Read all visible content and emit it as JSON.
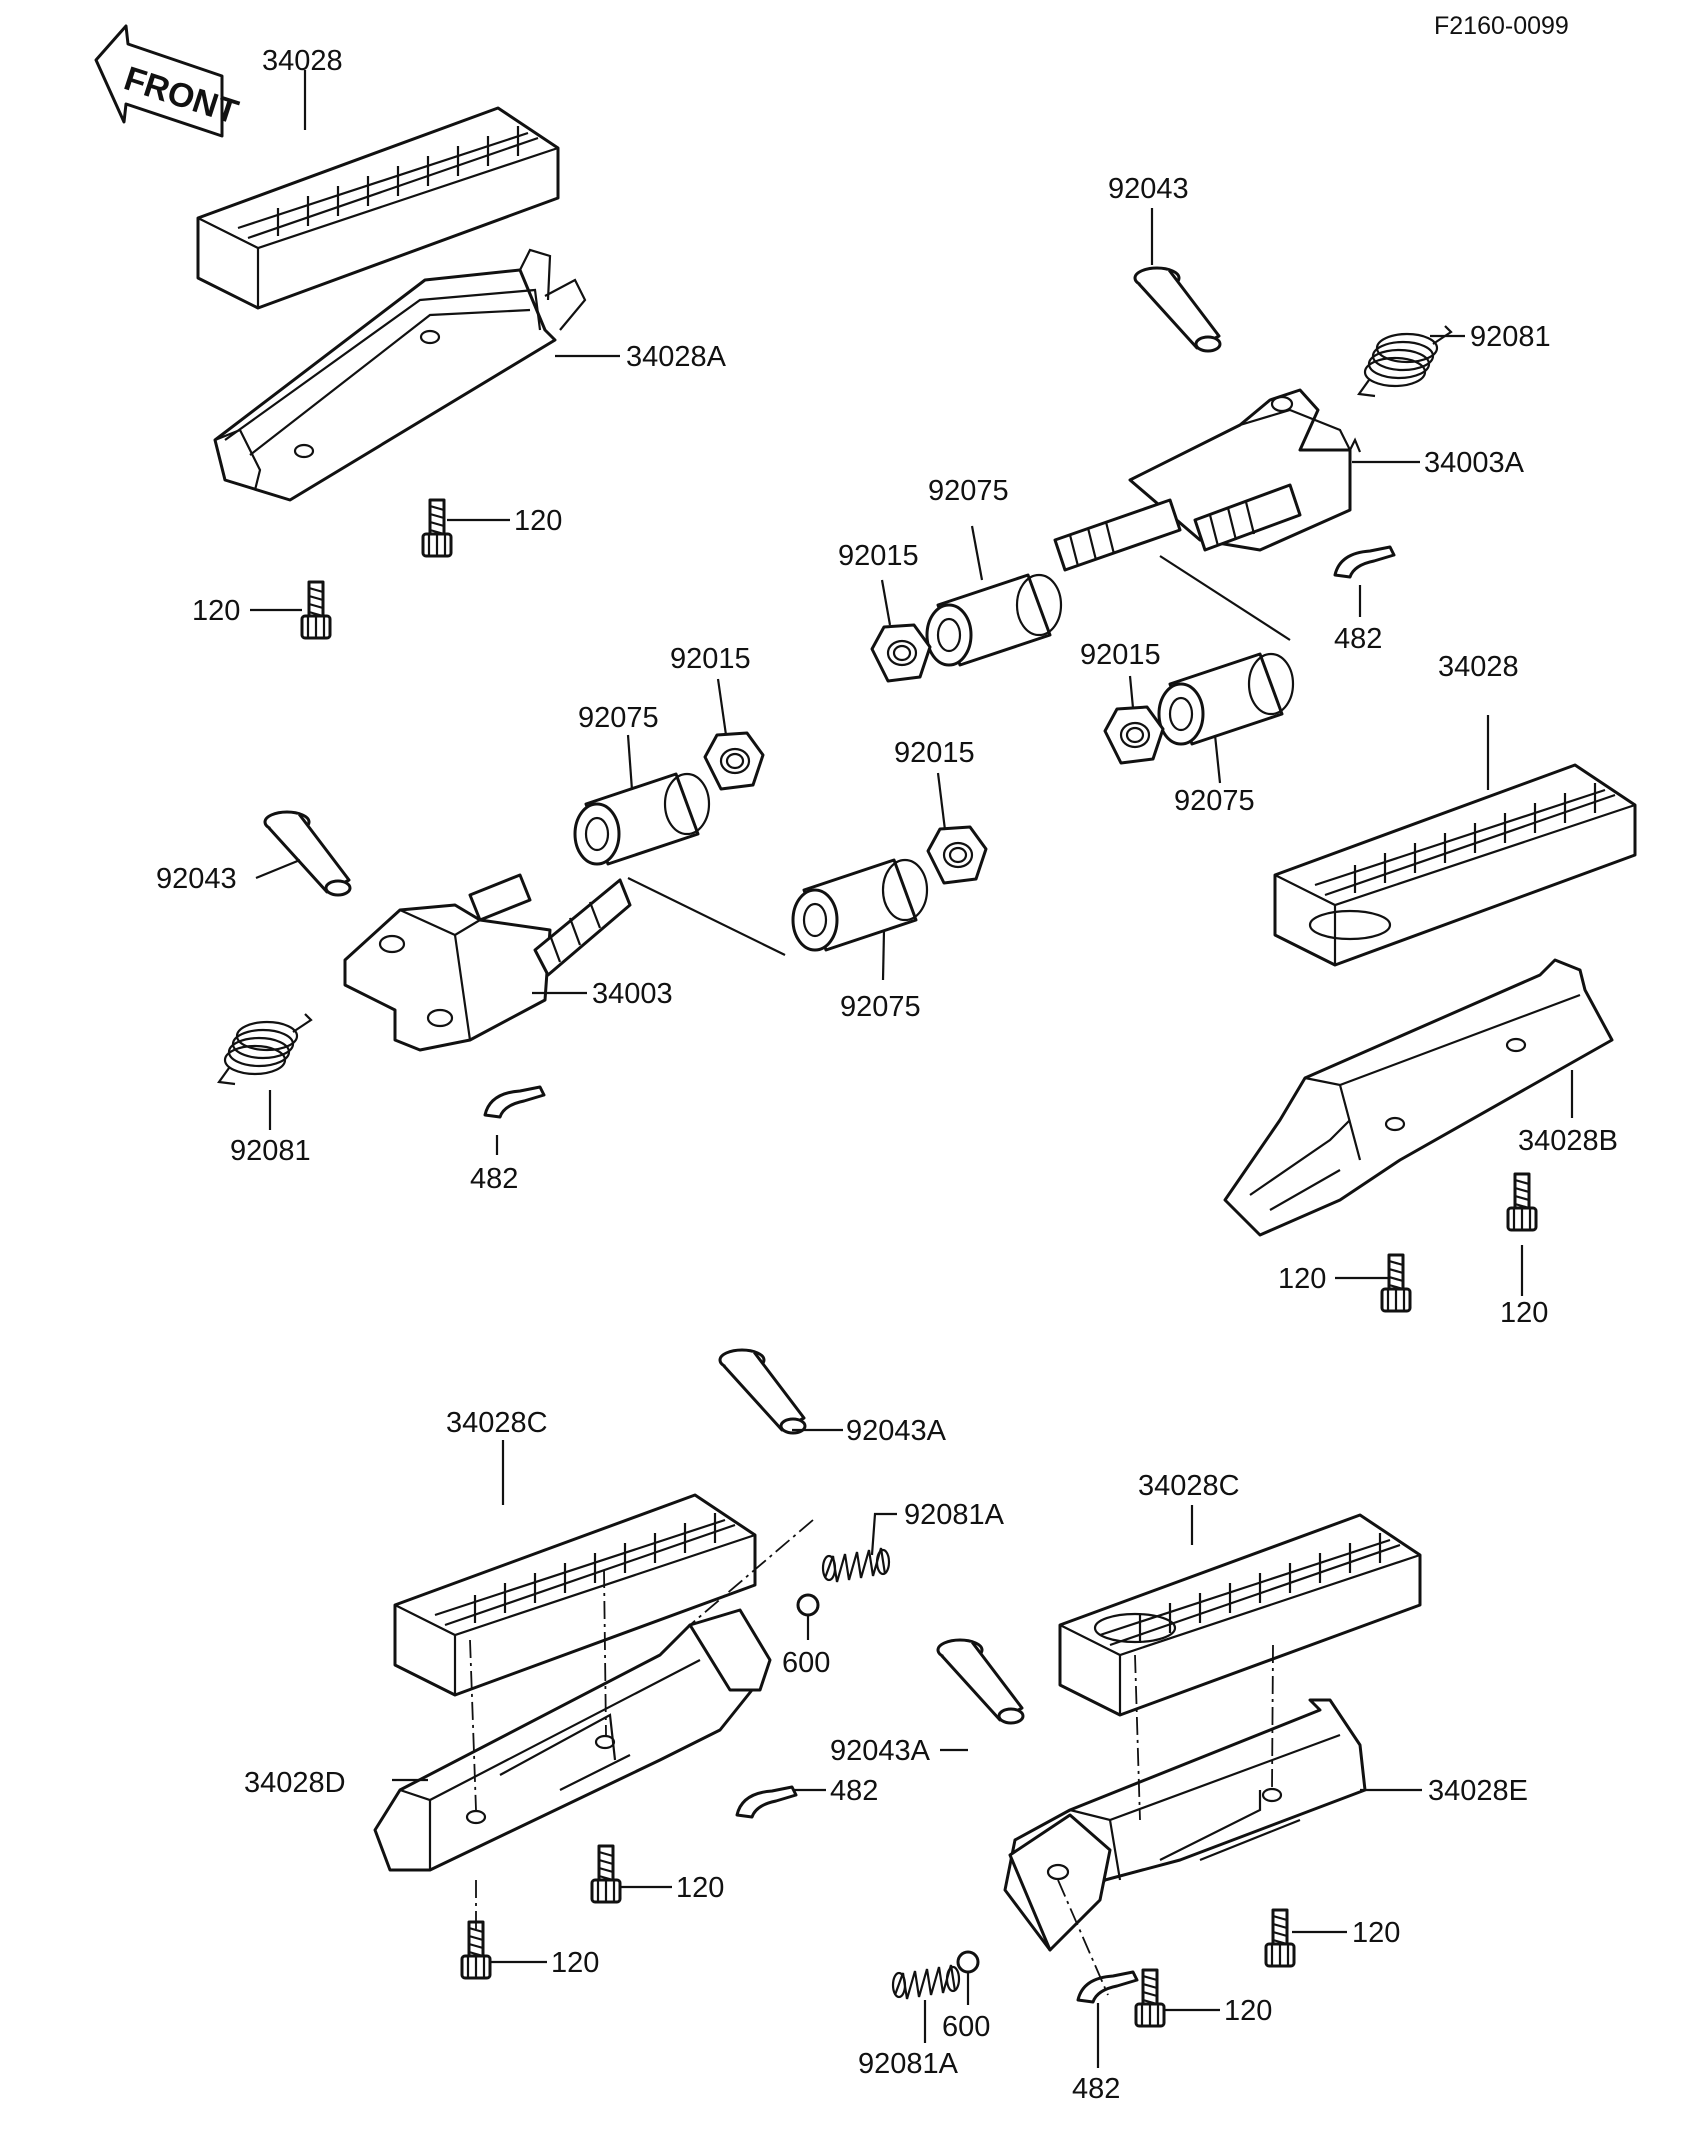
{
  "diagram_code": "F2160-0099",
  "front_label": "FRONT",
  "labels": [
    {
      "id": "l01",
      "text": "34028"
    },
    {
      "id": "l02",
      "text": "34028A"
    },
    {
      "id": "l03",
      "text": "120"
    },
    {
      "id": "l04",
      "text": "120"
    },
    {
      "id": "l05",
      "text": "92043"
    },
    {
      "id": "l06",
      "text": "92081"
    },
    {
      "id": "l07",
      "text": "34003A"
    },
    {
      "id": "l08",
      "text": "92075"
    },
    {
      "id": "l09",
      "text": "92015"
    },
    {
      "id": "l10",
      "text": "482"
    },
    {
      "id": "l11",
      "text": "92015"
    },
    {
      "id": "l12",
      "text": "92075"
    },
    {
      "id": "l13",
      "text": "34028"
    },
    {
      "id": "l14",
      "text": "92015"
    },
    {
      "id": "l15",
      "text": "92075"
    },
    {
      "id": "l16",
      "text": "92015"
    },
    {
      "id": "l17",
      "text": "92043"
    },
    {
      "id": "l18",
      "text": "34003"
    },
    {
      "id": "l19",
      "text": "92075"
    },
    {
      "id": "l20",
      "text": "92081"
    },
    {
      "id": "l21",
      "text": "482"
    },
    {
      "id": "l22",
      "text": "34028B"
    },
    {
      "id": "l23",
      "text": "120"
    },
    {
      "id": "l24",
      "text": "120"
    },
    {
      "id": "l25",
      "text": "34028C"
    },
    {
      "id": "l26",
      "text": "92043A"
    },
    {
      "id": "l27",
      "text": "92081A"
    },
    {
      "id": "l28",
      "text": "600"
    },
    {
      "id": "l29",
      "text": "34028C"
    },
    {
      "id": "l30",
      "text": "34028D"
    },
    {
      "id": "l31",
      "text": "482"
    },
    {
      "id": "l32",
      "text": "92043A"
    },
    {
      "id": "l33",
      "text": "34028E"
    },
    {
      "id": "l34",
      "text": "120"
    },
    {
      "id": "l35",
      "text": "120"
    },
    {
      "id": "l36",
      "text": "120"
    },
    {
      "id": "l37",
      "text": "600"
    },
    {
      "id": "l38",
      "text": "120"
    },
    {
      "id": "l39",
      "text": "92081A"
    },
    {
      "id": "l40",
      "text": "482"
    }
  ]
}
